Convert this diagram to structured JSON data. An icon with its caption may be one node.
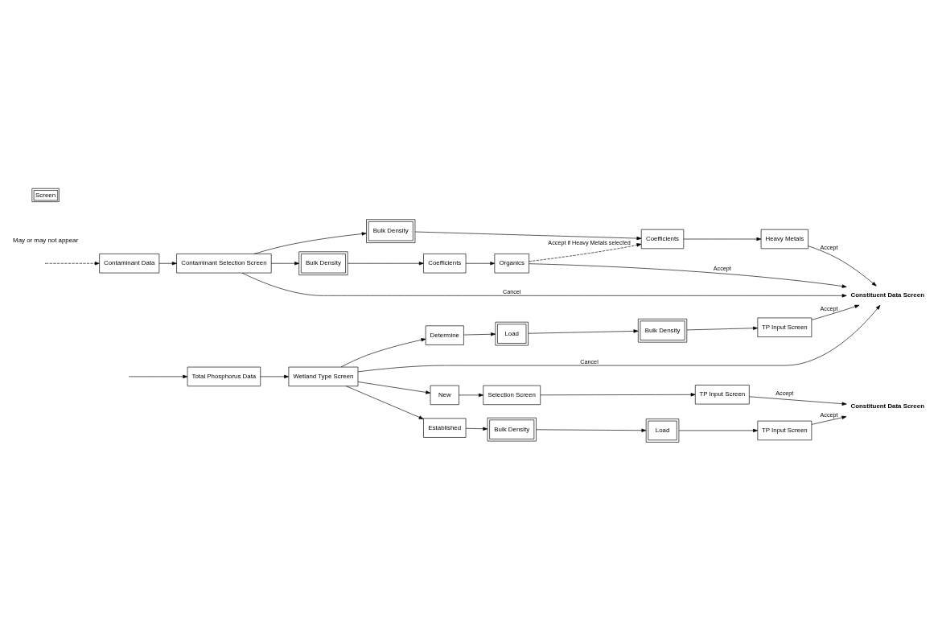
{
  "diagram": {
    "nodes": [
      {
        "text": [
          "Constituent Data Screen"
        ]
      },
      {
        "text": [
          "Total Phosphorus Data"
        ]
      },
      {
        "text": [
          "Wetland Type Screen"
        ]
      },
      {
        "text": [
          "New"
        ]
      },
      {
        "text": [
          "Selection Screen"
        ]
      },
      {
        "text": [
          "TP Input Screen"
        ]
      },
      {
        "text": [
          "Established"
        ]
      },
      {
        "text": [
          "Bulk Density"
        ]
      },
      {
        "text": [
          "Load"
        ]
      },
      {
        "text": [
          "TP Input Screen"
        ]
      },
      {
        "text": [
          "Determine"
        ]
      },
      {
        "text": [
          "Load"
        ]
      },
      {
        "text": [
          "Bulk Density"
        ]
      },
      {
        "text": [
          "TP Input Screen"
        ]
      },
      {
        "text": [
          "Constituent Data Screen"
        ]
      },
      {
        "text": [
          "Contaminant Data"
        ]
      },
      {
        "text": [
          "Contaminant Selection Screen"
        ]
      },
      {
        "text": [
          "Bulk Density"
        ]
      },
      {
        "text": [
          "Coefficients"
        ]
      },
      {
        "text": [
          "Organics"
        ]
      },
      {
        "text": [
          "Coefficients"
        ]
      },
      {
        "text": [
          "Bulk Density"
        ]
      },
      {
        "text": [
          "Heavy Metals"
        ]
      }
    ],
    "edges": [
      {
        "from": null,
        "to": 1,
        "arrow": "to"
      },
      {
        "from": 1,
        "to": 2,
        "arrow": "to"
      },
      {
        "from": 2,
        "to": 3,
        "arrow": "to"
      },
      {
        "from": 2,
        "to": 6,
        "arrow": "to"
      },
      {
        "from": 2,
        "to": 10,
        "arrow": "to"
      },
      {
        "from": 3,
        "to": 4,
        "arrow": "to"
      },
      {
        "from": 4,
        "to": 5,
        "arrow": "to"
      },
      {
        "from": 5,
        "to": 0,
        "arrow": "to",
        "label": "Accept"
      },
      {
        "from": 6,
        "to": 7,
        "arrow": "to"
      },
      {
        "from": 7,
        "to": 8,
        "arrow": "to"
      },
      {
        "from": 8,
        "to": 9,
        "arrow": "to"
      },
      {
        "from": 9,
        "to": 0,
        "arrow": "to",
        "label": "Accept"
      },
      {
        "from": 10,
        "to": 11,
        "arrow": "to"
      },
      {
        "from": 11,
        "to": 12,
        "arrow": "to"
      },
      {
        "from": 12,
        "to": 13,
        "arrow": "to"
      },
      {
        "from": 13,
        "to": 14,
        "arrow": "to",
        "label": "Accept"
      },
      {
        "from": 2,
        "to": 14,
        "arrow": "to",
        "label": "Cancel"
      },
      {
        "from": 16,
        "to": 14,
        "arrow": "to",
        "label": "Cancel"
      },
      {
        "from": null,
        "to": 15,
        "arrow": "to",
        "style": "dashed"
      },
      {
        "from": 15,
        "to": 16,
        "arrow": "to"
      },
      {
        "from": 16,
        "to": 17,
        "arrow": "to"
      },
      {
        "from": 16,
        "to": 21,
        "arrow": "to"
      },
      {
        "from": 17,
        "to": 18,
        "arrow": "to"
      },
      {
        "from": 21,
        "to": 20,
        "arrow": "to"
      },
      {
        "from": 18,
        "to": 19,
        "arrow": "to"
      },
      {
        "from": 19,
        "to": 14,
        "arrow": "to",
        "label": "Accept"
      },
      {
        "from": 19,
        "to": 20,
        "arrow": "to",
        "style": "dashed",
        "label": "Accept if Heavy Metals selected"
      },
      {
        "from": 20,
        "to": 22,
        "arrow": "to"
      },
      {
        "from": 22,
        "to": 14,
        "arrow": "to",
        "label": "Accept"
      }
    ],
    "labels": [
      "Screen"
    ],
    "legend": [
      {
        "text": "May or may not appear"
      }
    ]
  }
}
